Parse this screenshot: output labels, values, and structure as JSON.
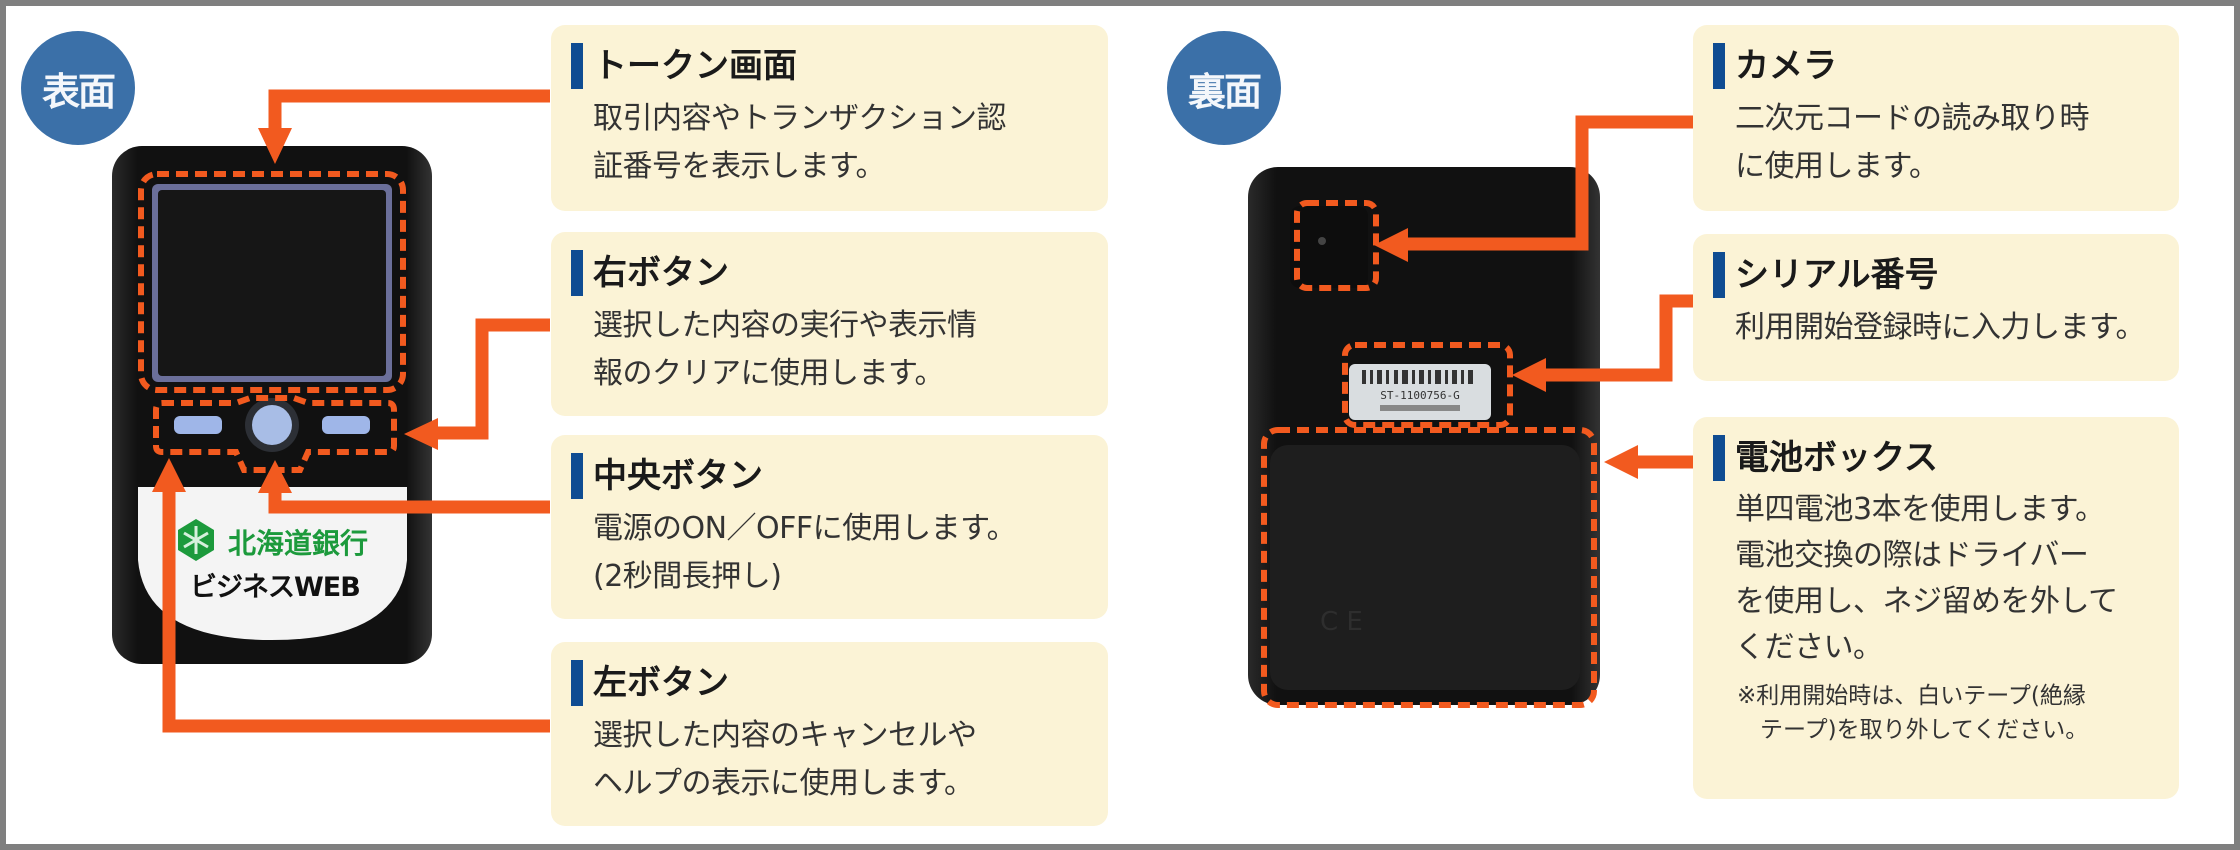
{
  "colors": {
    "badge": "#3b70a8",
    "callout_bg": "#fbf3d6",
    "callout_bar": "#0f4c92",
    "arrow": "#f25a1f",
    "device": "#141414",
    "bank_green": "#1c9a3c",
    "frame_border": "#7f7f7f"
  },
  "front": {
    "badge": "表面",
    "device_label": {
      "bank_name": "北海道銀行",
      "service": "ビジネスWEB",
      "logo_icon": "snowflake-logo"
    },
    "callouts": [
      {
        "title": "トークン画面",
        "body": "取引内容やトランザクション認\n証番号を表示します。"
      },
      {
        "title": "右ボタン",
        "body": "選択した内容の実行や表示情\n報のクリアに使用します。"
      },
      {
        "title": "中央ボタン",
        "body": "電源のON／OFFに使用します。\n(2秒間長押し)"
      },
      {
        "title": "左ボタン",
        "body": "選択した内容のキャンセルや\nヘルプの表示に使用します。"
      }
    ]
  },
  "back": {
    "badge": "裏面",
    "serial_label": "ST-1100756-G",
    "callouts": [
      {
        "title": "カメラ",
        "body": "二次元コードの読み取り時\nに使用します。"
      },
      {
        "title": "シリアル番号",
        "body": "利用開始登録時に入力します。"
      },
      {
        "title": "電池ボックス",
        "body": "単四電池3本を使用します。\n電池交換の際はドライバー\nを使用し、ネジ留めを外して\nください。",
        "note": "※利用開始時は、白いテープ(絶縁\n　テープ)を取り外してください。"
      }
    ]
  }
}
